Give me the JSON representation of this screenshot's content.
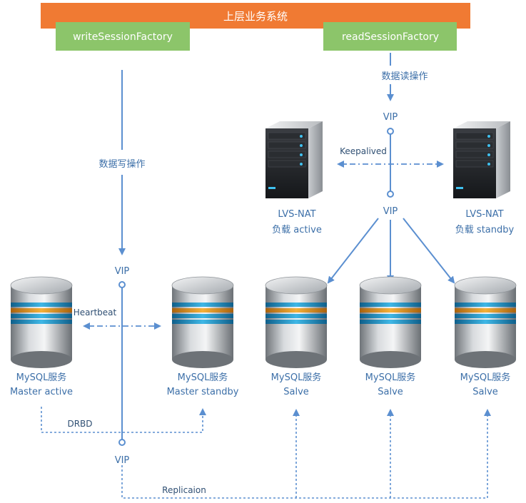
{
  "header": {
    "title": "上层业务系统"
  },
  "factories": {
    "write": "writeSessionFactory",
    "read": "readSessionFactory"
  },
  "flows": {
    "read_op": "数据读操作",
    "write_op": "数据写操作"
  },
  "vip": {
    "read_top": "VIP",
    "read_bottom": "VIP",
    "write": "VIP",
    "bottom": "VIP"
  },
  "keepalived": "Keepalived",
  "heartbeat": "Heartbeat",
  "drbd": "DRBD",
  "replication": "Replicaion",
  "lvs": {
    "active": {
      "line1": "LVS-NAT",
      "line2": "负载 active"
    },
    "standby": {
      "line1": "LVS-NAT",
      "line2": "负载 standby"
    }
  },
  "mysql": [
    {
      "line1": "MySQL服务",
      "line2": "Master active"
    },
    {
      "line1": "MySQL服务",
      "line2": "Master standby"
    },
    {
      "line1": "MySQL服务",
      "line2": "Salve"
    },
    {
      "line1": "MySQL服务",
      "line2": "Salve"
    },
    {
      "line1": "MySQL服务",
      "line2": "Salve"
    }
  ],
  "colors": {
    "header": "#f07a33",
    "factory": "#8cc56a",
    "line": "#5b8fd0",
    "text": "#3c6fa8"
  }
}
